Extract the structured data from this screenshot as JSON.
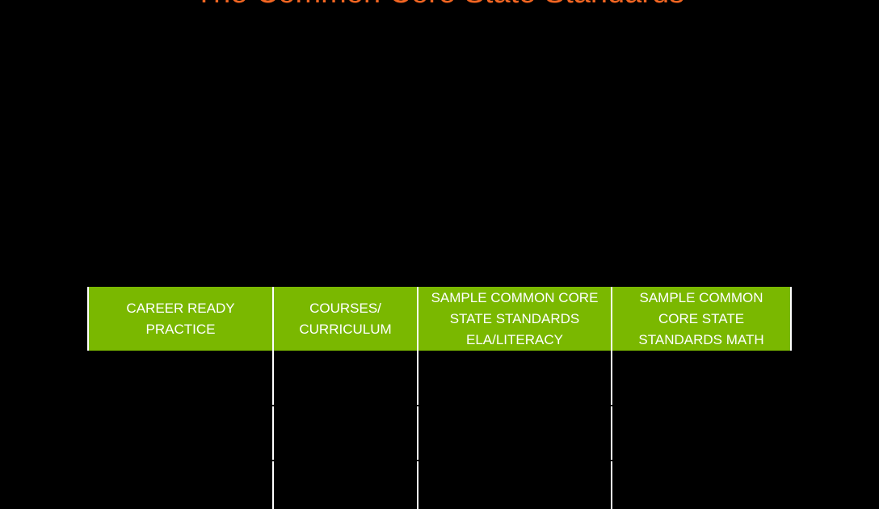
{
  "title": "The Common Core State Standards",
  "table": {
    "headers": [
      "CAREER READY PRACTICE",
      "COURSES/ CURRICULUM",
      "SAMPLE COMMON CORE STATE STANDARDS ELA/LITERACY",
      "SAMPLE COMMON CORE STATE STANDARDS MATH"
    ],
    "rows": [
      [
        "",
        "",
        "",
        ""
      ],
      [
        "",
        "",
        "",
        ""
      ],
      [
        "",
        "",
        "",
        ""
      ]
    ]
  },
  "colors": {
    "title": "#F26522",
    "header_bg": "#7AB800",
    "header_text": "#FFFFFF",
    "background": "#000000",
    "grid_lines": "#FFFFFF"
  }
}
